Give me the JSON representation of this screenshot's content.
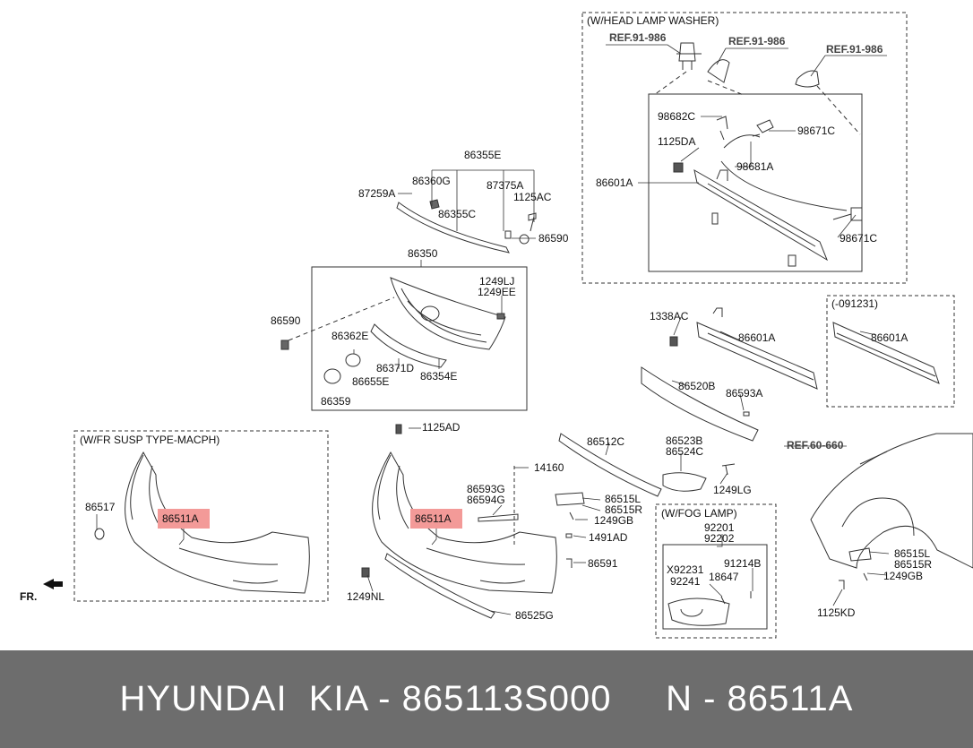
{
  "labels": {
    "head_lamp_washer": "(W/HEAD LAMP WASHER)",
    "ref_91_986_a": "REF.91-986",
    "ref_91_986_b": "REF.91-986",
    "ref_91_986_c": "REF.91-986",
    "p98682C": "98682C",
    "p98671C_a": "98671C",
    "p1125DA": "1125DA",
    "p98681A": "98681A",
    "p86601A_a": "86601A",
    "p98671C_b": "98671C",
    "p86355E": "86355E",
    "p86360G": "86360G",
    "p87375A": "87375A",
    "p87259A": "87259A",
    "p1125AC": "1125AC",
    "p86355C": "86355C",
    "p86590_a": "86590",
    "p86350": "86350",
    "p1249LJ": "1249LJ",
    "p1249EE": "1249EE",
    "p86590_b": "86590",
    "p86362E": "86362E",
    "p86371D": "86371D",
    "p86354E": "86354E",
    "p86655E": "86655E",
    "p86359": "86359",
    "p1338AC": "1338AC",
    "p86601A_b": "86601A",
    "p86520B": "86520B",
    "p86593A": "86593A",
    "date_range": "(-091231)",
    "p86601A_c": "86601A",
    "fr_susp": "(W/FR SUSP TYPE-MACPH)",
    "p86517": "86517",
    "p86511A_a": "86511A",
    "fr": "FR.",
    "p1125AD": "1125AD",
    "p14160": "14160",
    "p86593G": "86593G",
    "p86594G": "86594G",
    "p86511A_b": "86511A",
    "p1249NL": "1249NL",
    "p86525G": "86525G",
    "p86512C": "86512C",
    "p86523B": "86523B",
    "p86524C": "86524C",
    "p1249LG": "1249LG",
    "p86515L_a": "86515L",
    "p86515R_a": "86515R",
    "p1249GB_a": "1249GB",
    "p1491AD": "1491AD",
    "p86591": "86591",
    "fog_lamp": "(W/FOG LAMP)",
    "p92201": "92201",
    "p92202": "92202",
    "pX92231": "X92231",
    "p92241": "92241",
    "p91214B": "91214B",
    "p18647": "18647",
    "ref_60_660": "REF.60-660",
    "p86515L_b": "86515L",
    "p86515R_b": "86515R",
    "p1249GB_b": "1249GB",
    "p1125KD": "1125KD"
  },
  "colors": {
    "highlight": "#f39a98",
    "footer_bg": "#6d6d6d",
    "line": "#333333"
  },
  "footer": {
    "text": "HYUNDAI  KIA - 865113S000     N - 86511A"
  }
}
